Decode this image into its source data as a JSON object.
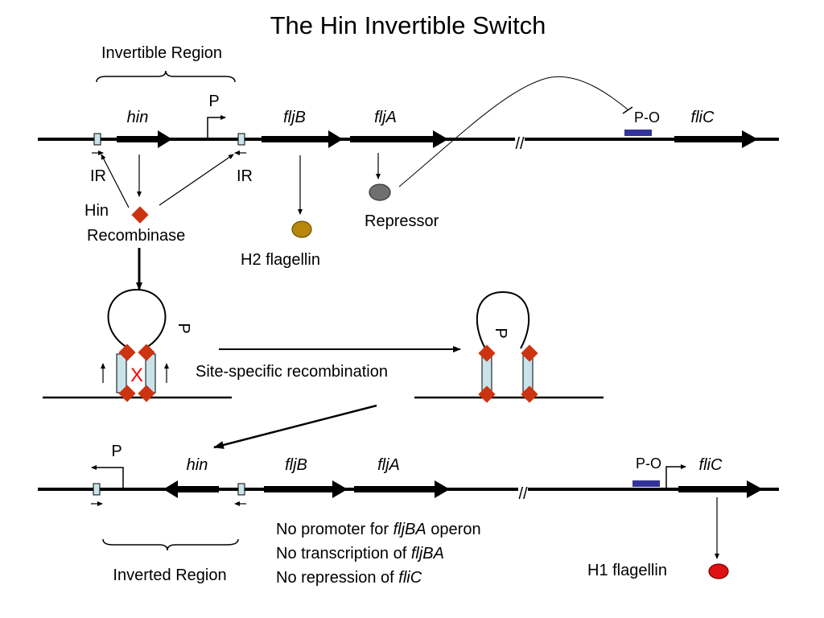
{
  "title": "The Hin Invertible Switch",
  "top": {
    "region_label": "Invertible Region",
    "promoter": "P",
    "genes": {
      "hin": "hin",
      "fljB": "fljB",
      "fljA": "fljA",
      "fliC": "fliC"
    },
    "ir_left": "IR",
    "ir_right": "IR",
    "po": "P-O",
    "recombinase_line1": "Hin",
    "recombinase_line2": "Recombinase",
    "h2": "H2 flagellin",
    "repressor": "Repressor",
    "break_mark": "//"
  },
  "middle": {
    "promoter_left": "P",
    "promoter_right": "P",
    "crossover": "X",
    "recomb_label": "Site-specific recombination"
  },
  "bottom": {
    "promoter": "P",
    "genes": {
      "hin": "hin",
      "fljB": "fljB",
      "fljA": "fljA",
      "fliC": "fliC"
    },
    "po": "P-O",
    "break_mark": "//",
    "region_label": "Inverted Region",
    "notes": [
      {
        "pre": "No promoter for ",
        "it": "fljBA",
        "post": " operon"
      },
      {
        "pre": "No transcription of ",
        "it": "fljBA",
        "post": ""
      },
      {
        "pre": "No repression of ",
        "it": "fliC",
        "post": ""
      }
    ],
    "h1": "H1 flagellin"
  },
  "colors": {
    "ir_box": "#c8e4ea",
    "recombinase": "#cc3311",
    "po_box": "#33339a",
    "h2_flagellin": "#b8860b",
    "repressor": "#707070",
    "h1_flagellin": "#dd1111",
    "crossover": "#ff0000"
  }
}
